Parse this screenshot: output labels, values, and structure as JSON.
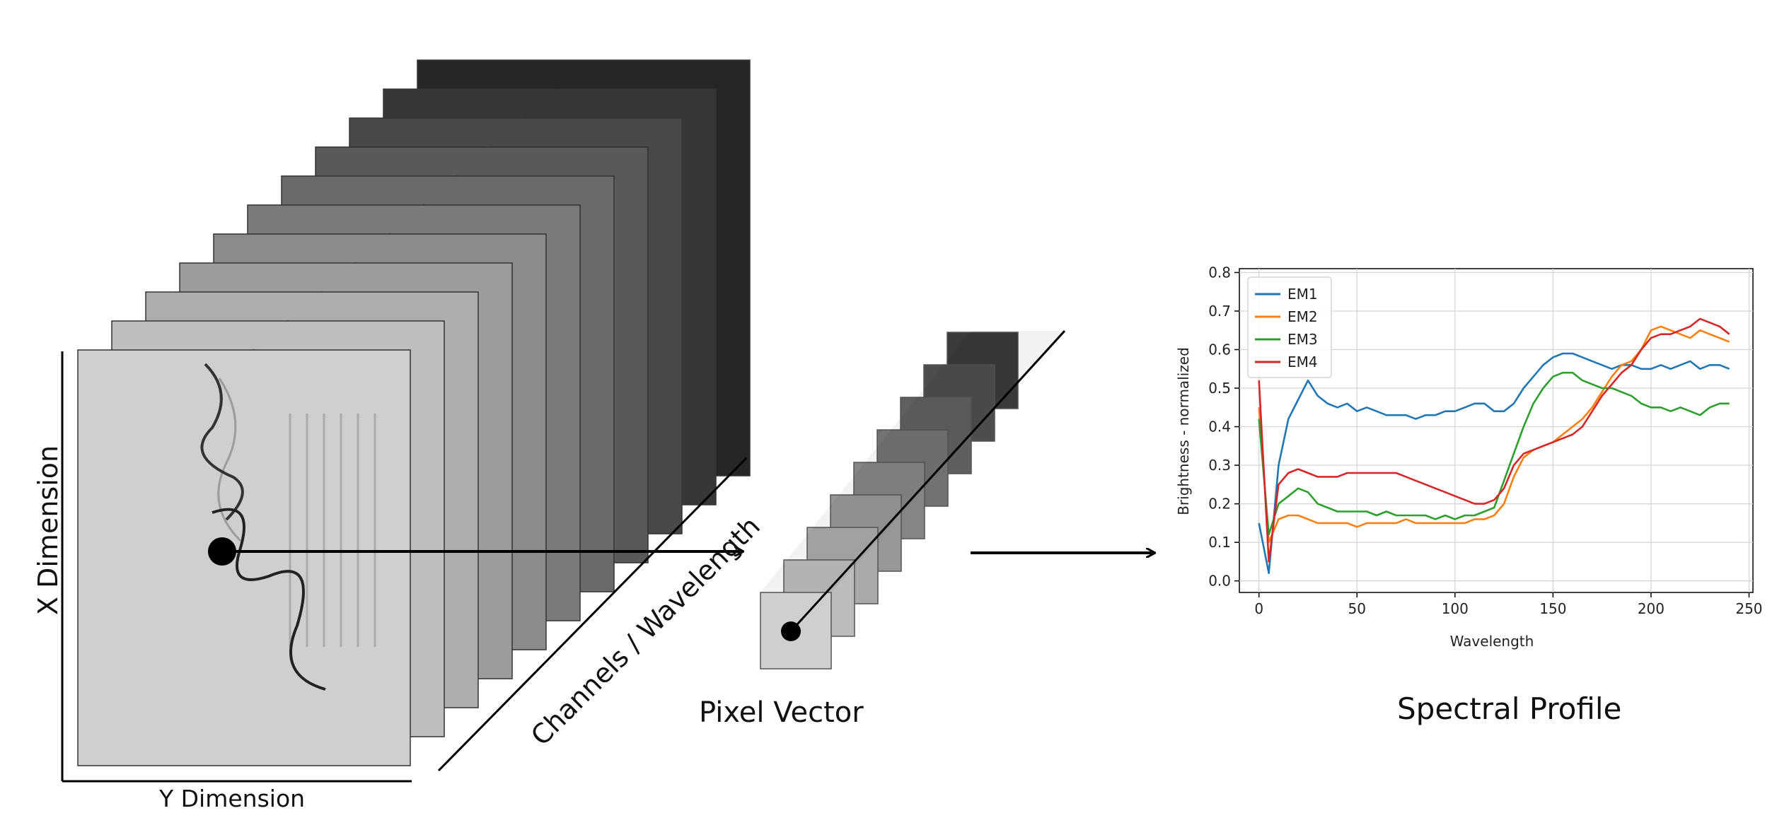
{
  "labels": {
    "y_dimension": "Y Dimension",
    "x_dimension": "X Dimension",
    "channels": "Channels / Wavelength",
    "pixel_vector": "Pixel Vector",
    "spectral_profile": "Spectral Profile"
  },
  "cube": {
    "layer_count": 11,
    "front_gray": "#cfcfcf",
    "back_gray": "#262626"
  },
  "chart_data": {
    "type": "line",
    "title": "",
    "xlabel": "Wavelength",
    "ylabel": "Brightness - normalized",
    "xlim": [
      -10,
      252
    ],
    "ylim": [
      -0.03,
      0.81
    ],
    "xticks": [
      0,
      50,
      100,
      150,
      200,
      250
    ],
    "yticks": [
      0.0,
      0.1,
      0.2,
      0.3,
      0.4,
      0.5,
      0.6,
      0.7,
      0.8
    ],
    "grid": true,
    "legend": "top-left",
    "x": [
      0,
      5,
      10,
      15,
      20,
      25,
      30,
      35,
      40,
      45,
      50,
      55,
      60,
      65,
      70,
      75,
      80,
      85,
      90,
      95,
      100,
      105,
      110,
      115,
      120,
      125,
      130,
      135,
      140,
      145,
      150,
      155,
      160,
      165,
      170,
      175,
      180,
      185,
      190,
      195,
      200,
      205,
      210,
      215,
      220,
      225,
      230,
      235,
      240
    ],
    "series": [
      {
        "name": "EM1",
        "color": "#1f77b4",
        "values": [
          0.15,
          0.02,
          0.3,
          0.42,
          0.47,
          0.52,
          0.48,
          0.46,
          0.45,
          0.46,
          0.44,
          0.45,
          0.44,
          0.43,
          0.43,
          0.43,
          0.42,
          0.43,
          0.43,
          0.44,
          0.44,
          0.45,
          0.46,
          0.46,
          0.44,
          0.44,
          0.46,
          0.5,
          0.53,
          0.56,
          0.58,
          0.59,
          0.59,
          0.58,
          0.57,
          0.56,
          0.55,
          0.56,
          0.56,
          0.55,
          0.55,
          0.56,
          0.55,
          0.56,
          0.57,
          0.55,
          0.56,
          0.56,
          0.55
        ]
      },
      {
        "name": "EM2",
        "color": "#ff7f0e",
        "values": [
          0.45,
          0.1,
          0.16,
          0.17,
          0.17,
          0.16,
          0.15,
          0.15,
          0.15,
          0.15,
          0.14,
          0.15,
          0.15,
          0.15,
          0.15,
          0.16,
          0.15,
          0.15,
          0.15,
          0.15,
          0.15,
          0.15,
          0.16,
          0.16,
          0.17,
          0.2,
          0.27,
          0.32,
          0.34,
          0.35,
          0.36,
          0.38,
          0.4,
          0.42,
          0.45,
          0.49,
          0.53,
          0.56,
          0.57,
          0.6,
          0.65,
          0.66,
          0.65,
          0.64,
          0.63,
          0.65,
          0.64,
          0.63,
          0.62
        ]
      },
      {
        "name": "EM3",
        "color": "#2ca02c",
        "values": [
          0.42,
          0.12,
          0.2,
          0.22,
          0.24,
          0.23,
          0.2,
          0.19,
          0.18,
          0.18,
          0.18,
          0.18,
          0.17,
          0.18,
          0.17,
          0.17,
          0.17,
          0.17,
          0.16,
          0.17,
          0.16,
          0.17,
          0.17,
          0.18,
          0.19,
          0.26,
          0.33,
          0.4,
          0.46,
          0.5,
          0.53,
          0.54,
          0.54,
          0.52,
          0.51,
          0.5,
          0.5,
          0.49,
          0.48,
          0.46,
          0.45,
          0.45,
          0.44,
          0.45,
          0.44,
          0.43,
          0.45,
          0.46,
          0.46
        ]
      },
      {
        "name": "EM4",
        "color": "#d62728",
        "values": [
          0.52,
          0.05,
          0.25,
          0.28,
          0.29,
          0.28,
          0.27,
          0.27,
          0.27,
          0.28,
          0.28,
          0.28,
          0.28,
          0.28,
          0.28,
          0.27,
          0.26,
          0.25,
          0.24,
          0.23,
          0.22,
          0.21,
          0.2,
          0.2,
          0.21,
          0.24,
          0.3,
          0.33,
          0.34,
          0.35,
          0.36,
          0.37,
          0.38,
          0.4,
          0.44,
          0.48,
          0.51,
          0.54,
          0.56,
          0.6,
          0.63,
          0.64,
          0.64,
          0.65,
          0.66,
          0.68,
          0.67,
          0.66,
          0.64
        ]
      }
    ]
  }
}
